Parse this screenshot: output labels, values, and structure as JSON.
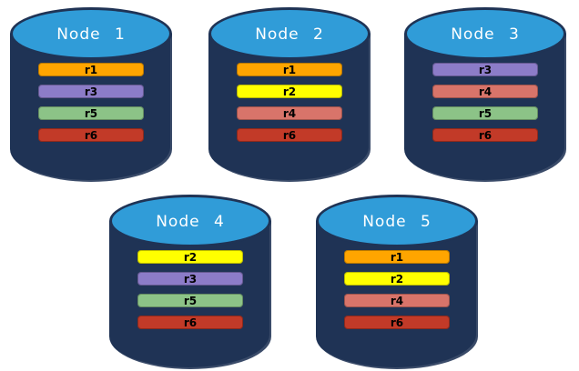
{
  "palette": {
    "background": "#FFFFFF",
    "cylinder_body": "#1F3355",
    "cylinder_top": "#309CD8",
    "replica_colors": {
      "r1": "#FFA500",
      "r2": "#FFFF00",
      "r3": "#8C7CC8",
      "r4": "#D8746A",
      "r5": "#8CC387",
      "r6": "#C23A28"
    }
  },
  "nodes": [
    {
      "label": "Node 1",
      "replicas": [
        {
          "id": "r1",
          "color": "#FFA500"
        },
        {
          "id": "r3",
          "color": "#8C7CC8"
        },
        {
          "id": "r5",
          "color": "#8CC387"
        },
        {
          "id": "r6",
          "color": "#C23A28"
        }
      ]
    },
    {
      "label": "Node 2",
      "replicas": [
        {
          "id": "r1",
          "color": "#FFA500"
        },
        {
          "id": "r2",
          "color": "#FFFF00"
        },
        {
          "id": "r4",
          "color": "#D8746A"
        },
        {
          "id": "r6",
          "color": "#C23A28"
        }
      ]
    },
    {
      "label": "Node 3",
      "replicas": [
        {
          "id": "r3",
          "color": "#8C7CC8"
        },
        {
          "id": "r4",
          "color": "#D8746A"
        },
        {
          "id": "r5",
          "color": "#8CC387"
        },
        {
          "id": "r6",
          "color": "#C23A28"
        }
      ]
    },
    {
      "label": "Node 4",
      "replicas": [
        {
          "id": "r2",
          "color": "#FFFF00"
        },
        {
          "id": "r3",
          "color": "#8C7CC8"
        },
        {
          "id": "r5",
          "color": "#8CC387"
        },
        {
          "id": "r6",
          "color": "#C23A28"
        }
      ]
    },
    {
      "label": "Node 5",
      "replicas": [
        {
          "id": "r1",
          "color": "#FFA500"
        },
        {
          "id": "r2",
          "color": "#FFFF00"
        },
        {
          "id": "r4",
          "color": "#D8746A"
        },
        {
          "id": "r6",
          "color": "#C23A28"
        }
      ]
    }
  ]
}
